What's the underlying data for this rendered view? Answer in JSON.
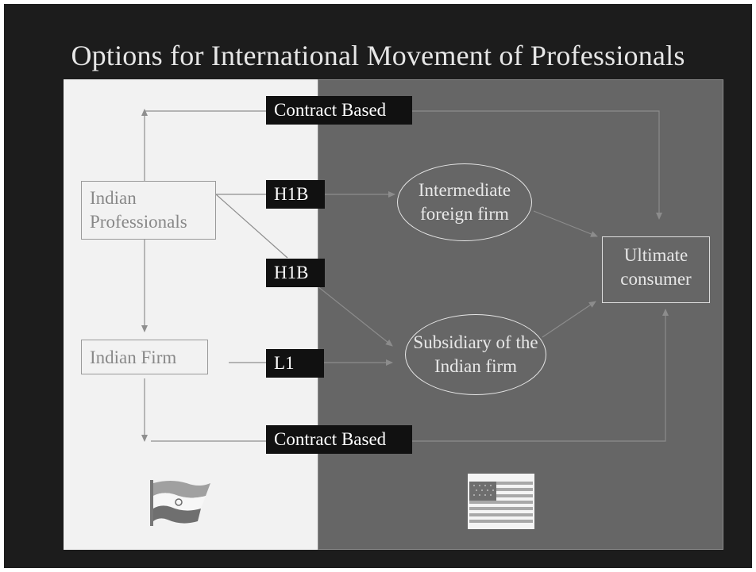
{
  "title": "Options for International Movement of Professionals",
  "nodes": {
    "indian_professionals": "Indian Professionals",
    "indian_firm": "Indian Firm",
    "intermediate_foreign_firm": "Intermediate foreign firm",
    "subsidiary": "Subsidiary of the Indian firm",
    "ultimate_consumer": "Ultimate consumer"
  },
  "tags": {
    "contract_top": "Contract Based",
    "h1b_1": "H1B",
    "h1b_2": "H1B",
    "l1": "L1",
    "contract_bottom": "Contract Based"
  },
  "icons": {
    "left_flag": "indian-flag-icon",
    "right_flag": "us-flag-icon"
  },
  "colors": {
    "background": "#1c1c1c",
    "left_panel": "#f2f2f2",
    "right_panel": "#666666",
    "tag": "#111111"
  }
}
